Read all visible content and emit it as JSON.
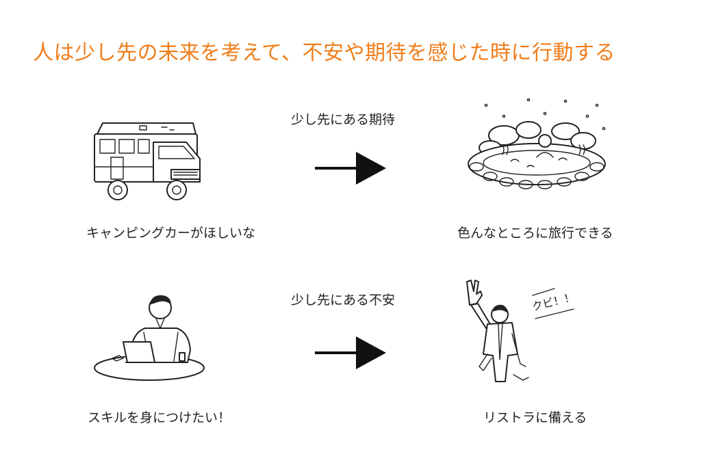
{
  "headline": "人は少し先の未来を考えて、不安や期待を感じた時に行動する",
  "rows": [
    {
      "arrow_label": "少し先にある期待",
      "left_caption": "キャンピングカーがほしいな",
      "right_caption": "色んなところに旅行できる",
      "left_icon": "camper-van",
      "right_icon": "hot-spring"
    },
    {
      "arrow_label": "少し先にある不安",
      "left_caption": "スキルを身につけたい！",
      "right_caption": "リストラに備える",
      "left_icon": "person-laptop",
      "right_icon": "fired-man",
      "right_exclaim": "クビ！！"
    }
  ],
  "colors": {
    "headline": "#f07d1a",
    "ink": "#222222"
  }
}
